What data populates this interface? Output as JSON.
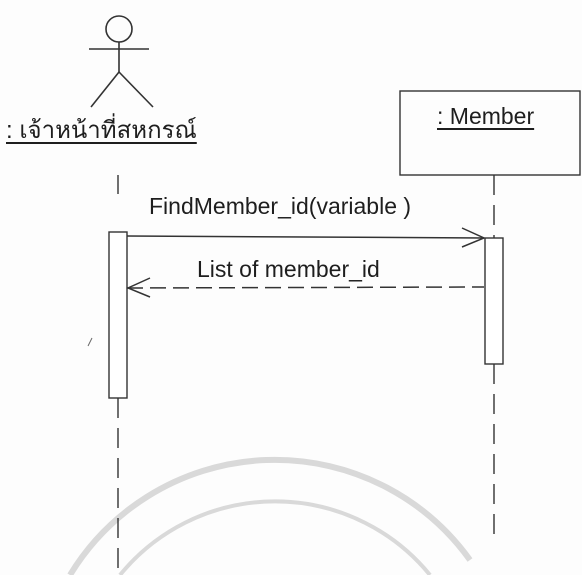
{
  "diagram": {
    "actor": {
      "label": ": เจ้าหน้าที่สหกรณ์"
    },
    "object": {
      "label": ": Member"
    },
    "messages": [
      {
        "label": "FindMember_id(variable )",
        "kind": "synchronous call"
      },
      {
        "label": "List of member_id",
        "kind": "return"
      }
    ]
  }
}
